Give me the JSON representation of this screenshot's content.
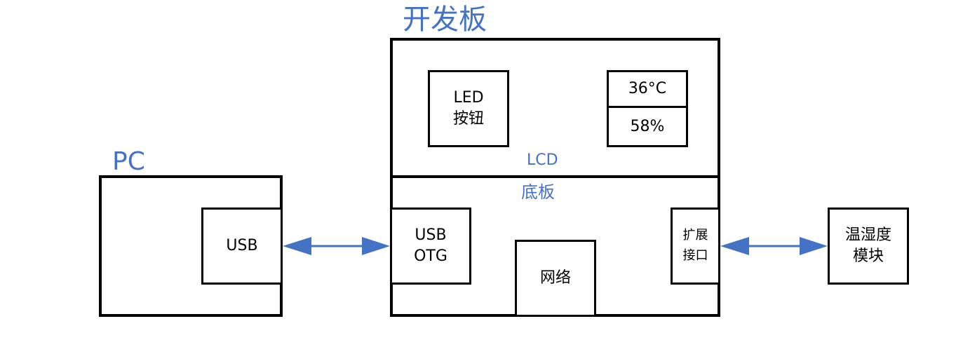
{
  "titles": {
    "board": "开发板",
    "pc": "PC",
    "lcd": "LCD",
    "baseboard": "底板"
  },
  "pc": {
    "usb": "USB"
  },
  "lcd": {
    "led_line1": "LED",
    "led_line2": "按钮",
    "temperature": "36°C",
    "humidity": "58%"
  },
  "baseboard": {
    "usb_otg_line1": "USB",
    "usb_otg_line2": "OTG",
    "network": "网络",
    "ext_line1": "扩展",
    "ext_line2": "接口"
  },
  "sensor": {
    "line1": "温湿度",
    "line2": "模块"
  },
  "colors": {
    "accent": "#4472C4",
    "border": "#000000"
  }
}
